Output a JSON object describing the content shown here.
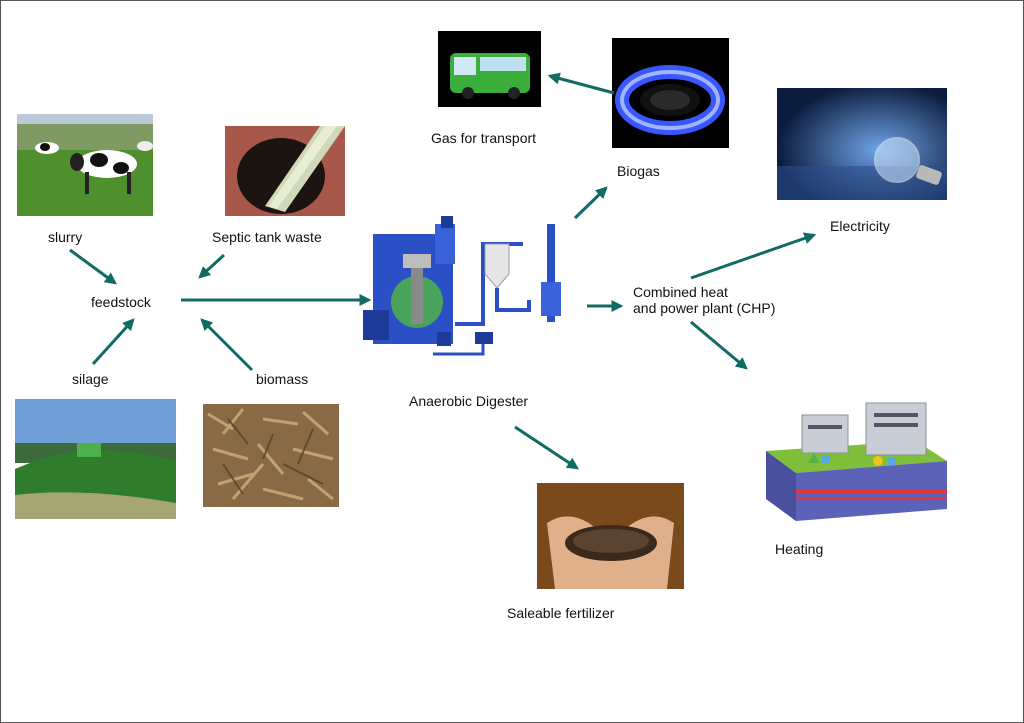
{
  "labels": {
    "slurry": "slurry",
    "septic": "Septic tank waste",
    "feedstock": "feedstock",
    "silage": "silage",
    "biomass": "biomass",
    "digester": "Anaerobic Digester",
    "gas_transport": "Gas for transport",
    "biogas": "Biogas",
    "chp_line1": "Combined heat",
    "chp_line2": "and power plant (CHP)",
    "electricity": "Electricity",
    "heating": "Heating",
    "fertilizer": "Saleable fertilizer"
  },
  "colors": {
    "arrow": "#0f6b64",
    "digester_blue": "#2b4fc4"
  },
  "icons": {
    "cows": "cows-photo",
    "septic": "septic-tank-photo",
    "silage": "silage-photo",
    "biomass": "biomass-photo",
    "bus": "bus-photo",
    "flame": "gas-flame-photo",
    "bulb": "light-bulb-photo",
    "digester": "anaerobic-digester-illustration",
    "heating": "district-heating-illustration",
    "fertilizer": "hands-soil-photo"
  }
}
